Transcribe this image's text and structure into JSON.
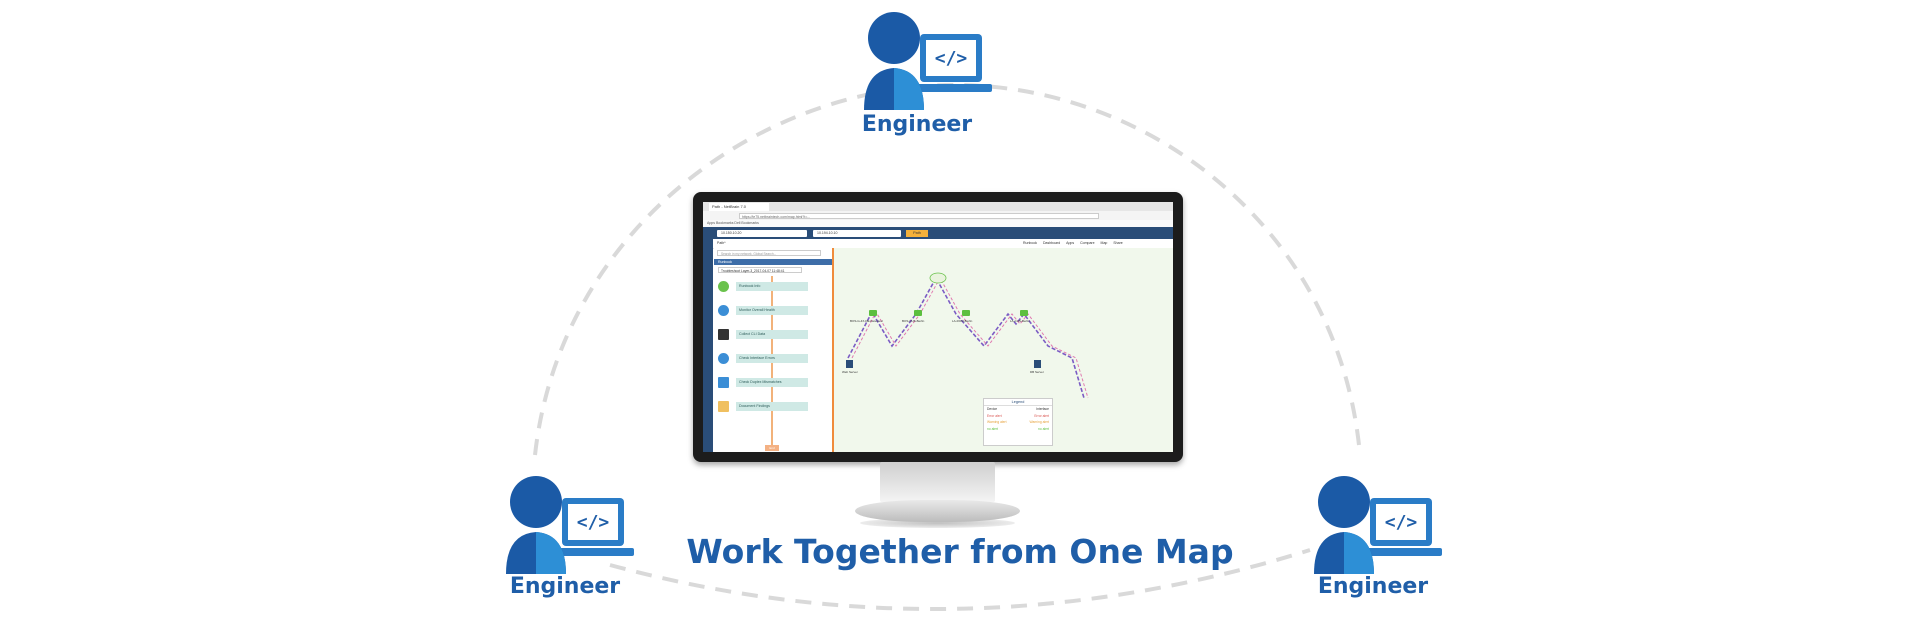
{
  "engineers": {
    "top": {
      "label": "Engineer"
    },
    "left": {
      "label": "Engineer"
    },
    "right": {
      "label": "Engineer"
    }
  },
  "caption": "Work Together from One Map",
  "colors": {
    "brand_blue": "#1f5ea8",
    "person_dark": "#1b5aa6",
    "person_light": "#2d8fd6",
    "laptop": "#2a7cc7",
    "arc": "#d9d9d9"
  },
  "icons": {
    "engineer": "person-with-code-laptop-icon",
    "code": "code-brackets-icon"
  },
  "screen": {
    "tab_title": "Path - NetBrain 7.0",
    "address": "https://ie75.netbraintech.com/map.html?t=...",
    "bookmarks": "Apps   Bookmarks   Dell Bookmarks",
    "source_field": "10.150.10.20",
    "dest_field": "10.194.10.10",
    "path_button": "Path",
    "nav_tabs": [
      "Runbook",
      "Dashboard",
      "Apps",
      "Compare",
      "Map",
      "Share"
    ],
    "subbar": "Path*",
    "search_placeholder": "Search in my network, Global Search...",
    "runbook_header": "Runbook",
    "runbook_select": "Troubleshoot Layer-3_2017-04-07 11:48:41",
    "runbook_steps": [
      {
        "label": "Runbook Info",
        "color": "#6ac24c"
      },
      {
        "label": "Monitor Overall Health",
        "color": "#3b8ed6"
      },
      {
        "label": "Collect CLI Data",
        "color": "#333333"
      },
      {
        "label": "Check Interface Errors",
        "color": "#3b8ed6"
      },
      {
        "label": "Check Duplex Mismatches",
        "color": "#3b8ed6"
      },
      {
        "label": "Document Findings",
        "color": "#f0c060"
      }
    ],
    "runbook_end": "End",
    "legend": {
      "title": "Legend",
      "col_device": "Device",
      "col_interface": "Interface",
      "rows": [
        {
          "device": "Error alert",
          "interface": "Error alert"
        },
        {
          "device": "Warning alert",
          "interface": "Warning alert"
        },
        {
          "device": "no alert",
          "interface": "no alert"
        }
      ]
    },
    "map_devices": [
      {
        "label": "BOS-G-4X-DE-Detected"
      },
      {
        "label": "BOS-CUS-Berlin"
      },
      {
        "label": "LA-ROM-Berlin"
      },
      {
        "label": "LA-CUS-Berlin"
      }
    ],
    "servers": [
      {
        "label": "Web Server"
      },
      {
        "label": "DB Server"
      }
    ]
  }
}
